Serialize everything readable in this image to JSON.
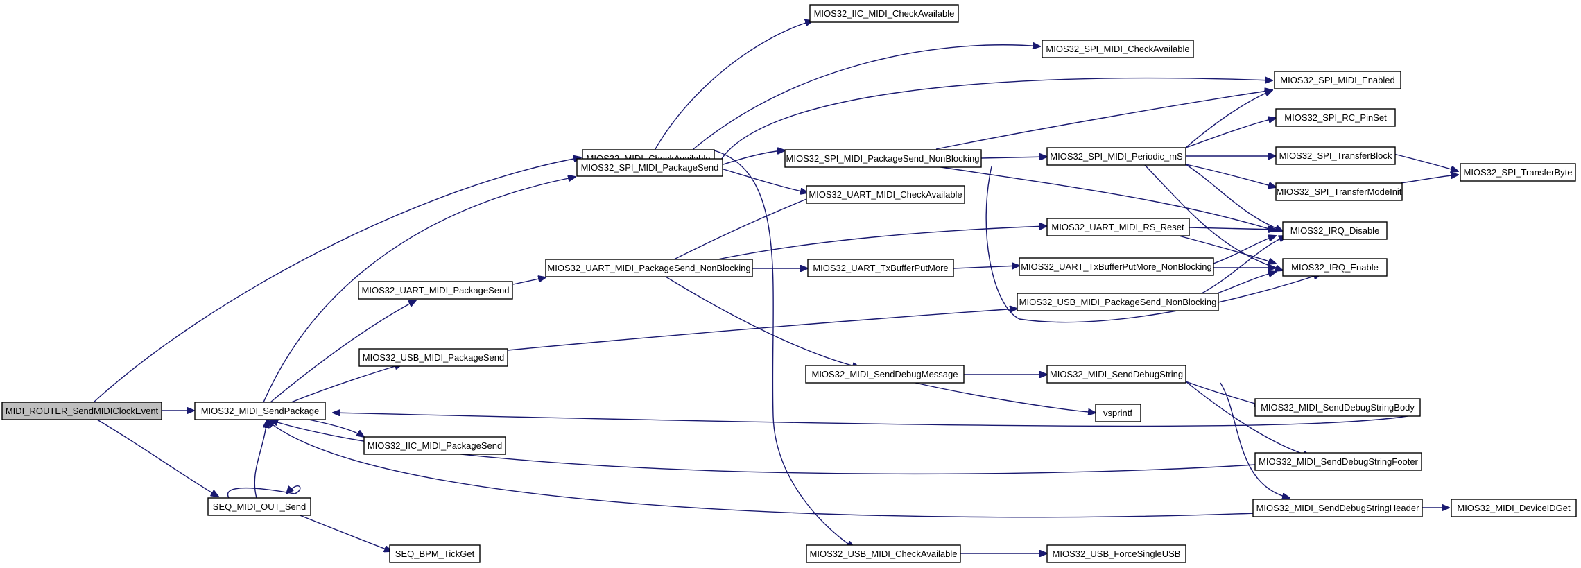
{
  "graph": {
    "nodes": {
      "root": "MIDI_ROUTER_SendMIDIClockEvent",
      "midi_send_package": "MIOS32_MIDI_SendPackage",
      "seq_midi_out_send": "SEQ_MIDI_OUT_Send",
      "seq_bpm_tickget": "SEQ_BPM_TickGet",
      "midi_check_available": "MIOS32_MIDI_CheckAvailable",
      "spi_midi_package_send": "MIOS32_SPI_MIDI_PackageSend",
      "uart_midi_package_send": "MIOS32_UART_MIDI_PackageSend",
      "usb_midi_package_send": "MIOS32_USB_MIDI_PackageSend",
      "iic_midi_package_send": "MIOS32_IIC_MIDI_PackageSend",
      "iic_midi_check_available": "MIOS32_IIC_MIDI_CheckAvailable",
      "spi_midi_check_available": "MIOS32_SPI_MIDI_CheckAvailable",
      "uart_midi_check_available": "MIOS32_UART_MIDI_CheckAvailable",
      "usb_midi_check_available": "MIOS32_USB_MIDI_CheckAvailable",
      "spi_midi_package_send_nb": "MIOS32_SPI_MIDI_PackageSend_NonBlocking",
      "uart_midi_package_send_nb": "MIOS32_UART_MIDI_PackageSend_NonBlocking",
      "uart_tx_buffer_put_more": "MIOS32_UART_TxBufferPutMore",
      "midi_send_debug_message": "MIOS32_MIDI_SendDebugMessage",
      "spi_midi_periodic_ms": "MIOS32_SPI_MIDI_Periodic_mS",
      "uart_midi_rs_reset": "MIOS32_UART_MIDI_RS_Reset",
      "uart_tx_buffer_put_more_nb": "MIOS32_UART_TxBufferPutMore_NonBlocking",
      "usb_midi_package_send_nb": "MIOS32_USB_MIDI_PackageSend_NonBlocking",
      "midi_send_debug_string": "MIOS32_MIDI_SendDebugString",
      "vsprintf": "vsprintf",
      "usb_force_single_usb": "MIOS32_USB_ForceSingleUSB",
      "spi_midi_enabled": "MIOS32_SPI_MIDI_Enabled",
      "spi_rc_pinset": "MIOS32_SPI_RC_PinSet",
      "spi_transfer_block": "MIOS32_SPI_TransferBlock",
      "spi_transfer_mode_init": "MIOS32_SPI_TransferModeInit",
      "irq_disable": "MIOS32_IRQ_Disable",
      "irq_enable": "MIOS32_IRQ_Enable",
      "midi_send_debug_string_body": "MIOS32_MIDI_SendDebugStringBody",
      "midi_send_debug_string_footer": "MIOS32_MIDI_SendDebugStringFooter",
      "midi_send_debug_string_header": "MIOS32_MIDI_SendDebugStringHeader",
      "midi_device_id_get": "MIOS32_MIDI_DeviceIDGet",
      "spi_transfer_byte": "MIOS32_SPI_TransferByte"
    },
    "colors": {
      "edge": "#191970",
      "root_fill": "#bfbfbf",
      "node_fill": "#ffffff",
      "node_border": "#000000"
    }
  }
}
